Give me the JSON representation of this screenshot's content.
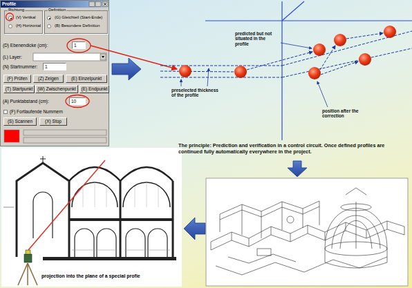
{
  "diagram": {
    "caption": "The principle: Prediction and verification in a control circuit. Once defined profiles are continued fully automatically everywhere in the project.",
    "nodes": [
      {
        "text": [
          "Profile",
          "(D) Ebenendicke (cm):",
          "(L) Layer:",
          "(N) Startnummer:",
          "(A) Punktabstand (cm):",
          "(F) Fortlaufende Nummern"
        ]
      },
      {
        "text": [
          "Richtung",
          "(V) Vertikal",
          "(H) Horizontal"
        ],
        "in": 0
      },
      {
        "text": [
          "Definition",
          "(G) Gleichteil (Start-Ende)",
          "(B) Besondere Definition"
        ],
        "in": 0
      },
      {
        "text": [
          "1"
        ],
        "in": 0
      },
      {
        "text": [
          "1"
        ],
        "in": 0
      },
      {
        "text": [
          "(F) Prüfen"
        ],
        "in": 0
      },
      {
        "text": [
          "(Z) Zeigen"
        ],
        "in": 0
      },
      {
        "text": [
          "(E) Einzelpunkt"
        ],
        "in": 0
      },
      {
        "text": [
          "(T) Startpunkt"
        ],
        "in": 0
      },
      {
        "text": [
          "(W) Zwischenpunkt"
        ],
        "in": 0
      },
      {
        "text": [
          "(E) Endpunkt"
        ],
        "in": 0
      },
      {
        "text": [
          "10"
        ],
        "in": 0
      },
      {
        "text": [
          "(S) Scannen"
        ],
        "in": 0
      },
      {
        "text": [
          "(X) Stop"
        ],
        "in": 0
      },
      {
        "text": [
          "projection into the plane of a special profie"
        ]
      }
    ],
    "labels": [
      "predicted but not situated in the profile",
      "preselected thickness of the profile",
      "position after the correction"
    ]
  }
}
